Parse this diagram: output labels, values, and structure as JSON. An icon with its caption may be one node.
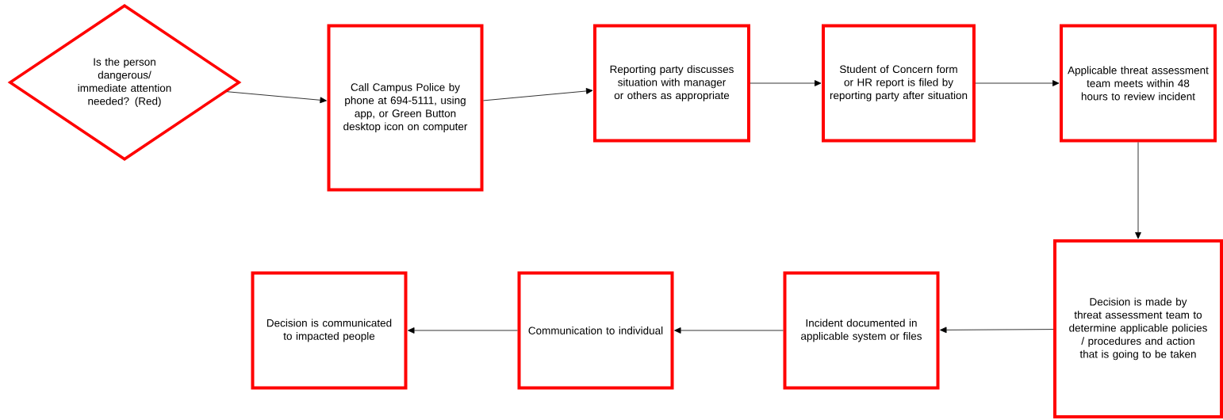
{
  "diagram": {
    "nodes": [
      {
        "text": [
          "Is the person dangerous/ immediate attention needed? (Red)"
        ]
      },
      {
        "text": [
          "Call Campus Police by phone at 694-5111, using app, or Green Button desktop icon on computer"
        ]
      },
      {
        "text": [
          "Reporting party discusses situation with manager or others as appropriate"
        ]
      },
      {
        "text": [
          "Student of Concern form or HR report is filed by reporting party after situation"
        ]
      },
      {
        "text": [
          "Applicable threat assessment team meets within 48 hours to review incident"
        ]
      },
      {
        "text": [
          "Decision is made by threat assessment team to determine applicable policies / procedures and action that is going to be taken"
        ]
      },
      {
        "text": [
          "Incident documented in applicable system or files"
        ]
      },
      {
        "text": [
          "Communication to individual"
        ]
      },
      {
        "text": [
          "Decision is communicated to impacted people"
        ]
      }
    ],
    "edges": [
      {
        "from": 0,
        "to": 1,
        "arrow": "to"
      },
      {
        "from": 1,
        "to": 2,
        "arrow": "to"
      },
      {
        "from": 2,
        "to": 3,
        "arrow": "to"
      },
      {
        "from": 3,
        "to": 4,
        "arrow": "to"
      },
      {
        "from": 4,
        "to": 5,
        "arrow": "to"
      },
      {
        "from": 5,
        "to": 6,
        "arrow": "to"
      },
      {
        "from": 6,
        "to": 7,
        "arrow": "to"
      },
      {
        "from": 7,
        "to": 8,
        "arrow": "to"
      }
    ]
  }
}
